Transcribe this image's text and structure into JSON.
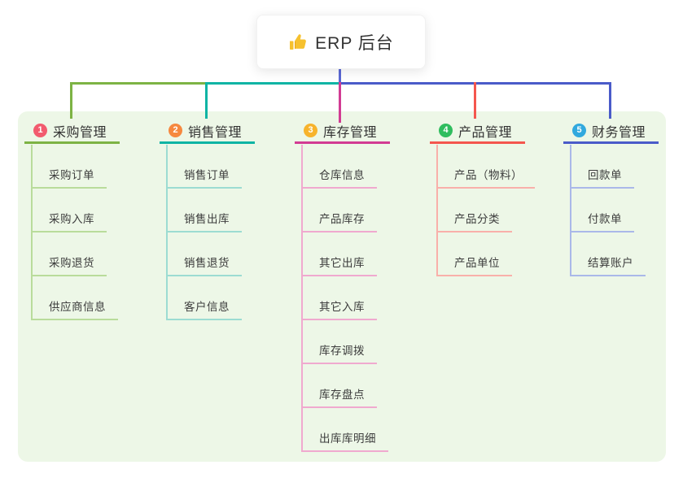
{
  "root": {
    "label": "ERP 后台",
    "icon": "thumbs-up"
  },
  "connector": {
    "stem_color": "#5b68d4"
  },
  "panel": {
    "background": "#edf7e7"
  },
  "icon_colors": {
    "thumb": "#f6c12f"
  },
  "branches": [
    {
      "number": "1",
      "label": "采购管理",
      "badge_color": "#f25b6e",
      "line_color": "#7db344",
      "child_line_color": "#b9dc9b",
      "children": [
        "采购订单",
        "采购入库",
        "采购退货",
        "供应商信息"
      ]
    },
    {
      "number": "2",
      "label": "销售管理",
      "badge_color": "#f6883f",
      "line_color": "#0db4a4",
      "child_line_color": "#9cdcd2",
      "children": [
        "销售订单",
        "销售出库",
        "销售退货",
        "客户信息"
      ]
    },
    {
      "number": "3",
      "label": "库存管理",
      "badge_color": "#f7b32c",
      "line_color": "#d23b93",
      "child_line_color": "#f0a9cf",
      "children": [
        "仓库信息",
        "产品库存",
        "其它出库",
        "其它入库",
        "库存调拨",
        "库存盘点",
        "出库库明细"
      ]
    },
    {
      "number": "4",
      "label": "产品管理",
      "badge_color": "#2fbd5e",
      "line_color": "#f4564e",
      "child_line_color": "#f9b0aa",
      "children": [
        "产品（物料）",
        "产品分类",
        "产品单位"
      ]
    },
    {
      "number": "5",
      "label": "财务管理",
      "badge_color": "#31a9de",
      "line_color": "#4a5bc9",
      "child_line_color": "#aab8e9",
      "children": [
        "回款单",
        "付款单",
        "结算账户"
      ]
    }
  ]
}
